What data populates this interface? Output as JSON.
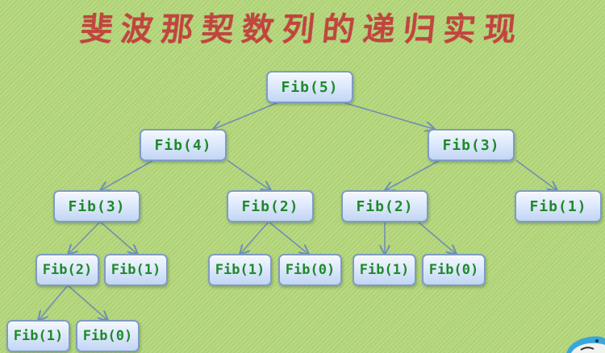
{
  "title": "斐波那契数列的递归实现",
  "colors": {
    "background": "#b4d77a",
    "title": "#c2443f",
    "node_text": "#1e8a2a",
    "node_border": "#7e9cc4",
    "edge": "#6f8fb5"
  },
  "nodes": [
    {
      "id": "n1",
      "label": "Fib(5)"
    },
    {
      "id": "n2",
      "label": "Fib(4)"
    },
    {
      "id": "n3",
      "label": "Fib(3)"
    },
    {
      "id": "n4",
      "label": "Fib(3)"
    },
    {
      "id": "n5",
      "label": "Fib(2)"
    },
    {
      "id": "n6",
      "label": "Fib(2)"
    },
    {
      "id": "n7",
      "label": "Fib(1)"
    },
    {
      "id": "n8",
      "label": "Fib(2)"
    },
    {
      "id": "n9",
      "label": "Fib(1)"
    },
    {
      "id": "n10",
      "label": "Fib(1)"
    },
    {
      "id": "n11",
      "label": "Fib(0)"
    },
    {
      "id": "n12",
      "label": "Fib(1)"
    },
    {
      "id": "n13",
      "label": "Fib(0)"
    },
    {
      "id": "n14",
      "label": "Fib(1)"
    },
    {
      "id": "n15",
      "label": "Fib(0)"
    }
  ],
  "edges": [
    [
      "n1",
      "n2"
    ],
    [
      "n1",
      "n3"
    ],
    [
      "n2",
      "n4"
    ],
    [
      "n2",
      "n5"
    ],
    [
      "n3",
      "n6"
    ],
    [
      "n3",
      "n7"
    ],
    [
      "n4",
      "n8"
    ],
    [
      "n4",
      "n9"
    ],
    [
      "n5",
      "n10"
    ],
    [
      "n5",
      "n11"
    ],
    [
      "n6",
      "n12"
    ],
    [
      "n6",
      "n13"
    ],
    [
      "n8",
      "n14"
    ],
    [
      "n8",
      "n15"
    ]
  ],
  "mascot": "shark-logo"
}
